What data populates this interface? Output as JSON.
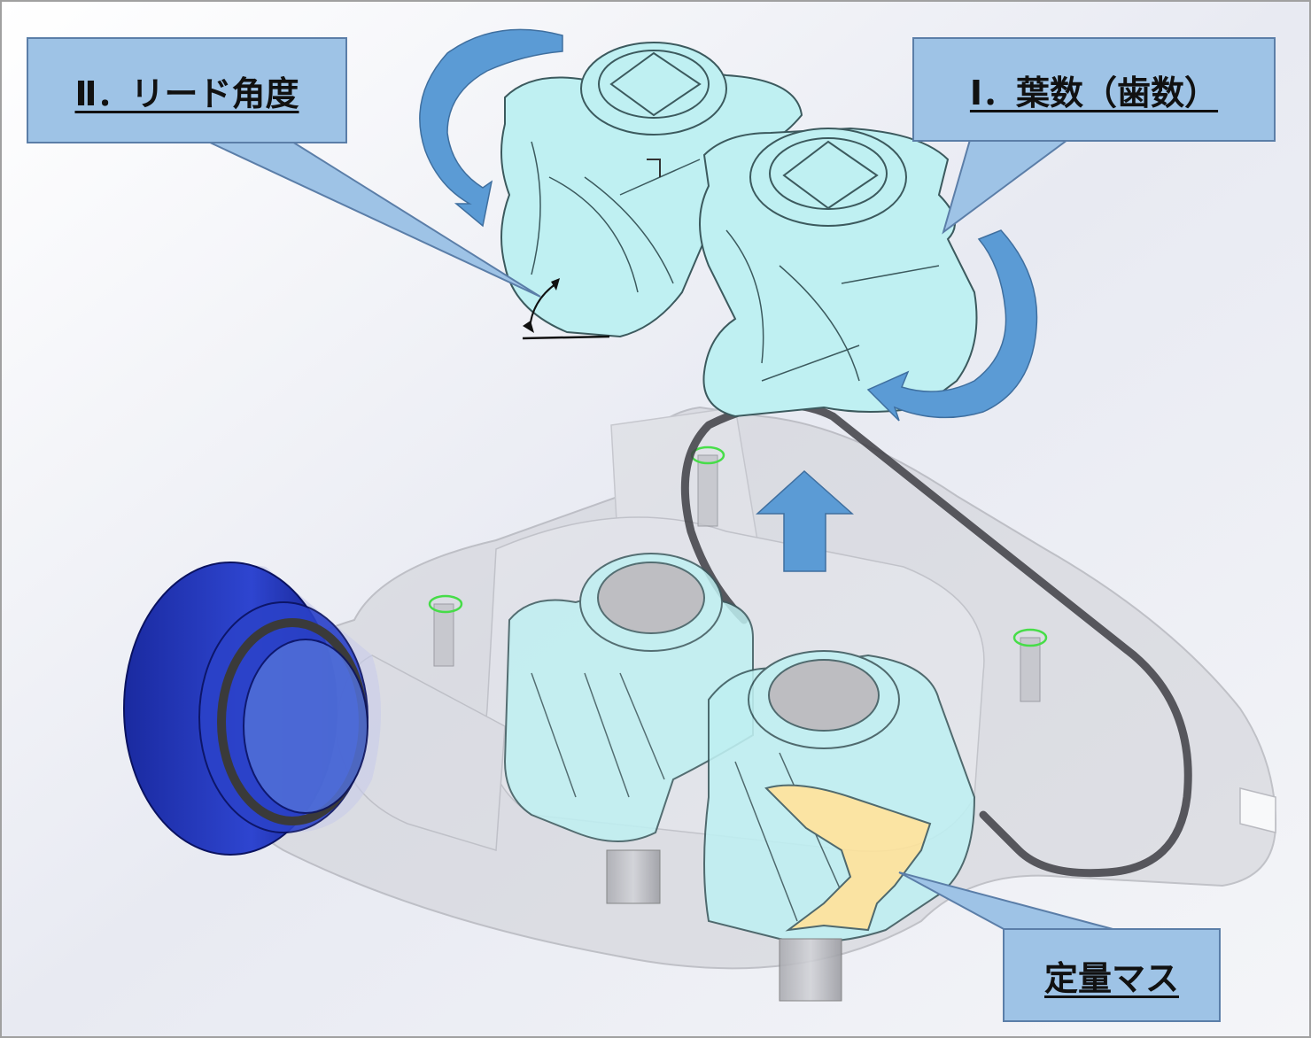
{
  "labels": {
    "lead_angle": "Ⅱ．リード角度",
    "lobe_count": "Ⅰ．葉数（歯数）",
    "fixed_mass": "定量マス"
  },
  "colors": {
    "rotor_fill": "#bff0f2",
    "rotor_edge": "#3c5a5e",
    "housing": "#c9c9ce",
    "arrow": "#5b9bd5",
    "arrow_dark": "#3f6f9f",
    "label_fill": "#9ec3e6",
    "label_border": "#5b7ea8",
    "fixed_mass_fill": "#ffe49a",
    "flange": "#1e2fb0",
    "gasket": "#444444",
    "marker_ring": "#22dd22"
  }
}
